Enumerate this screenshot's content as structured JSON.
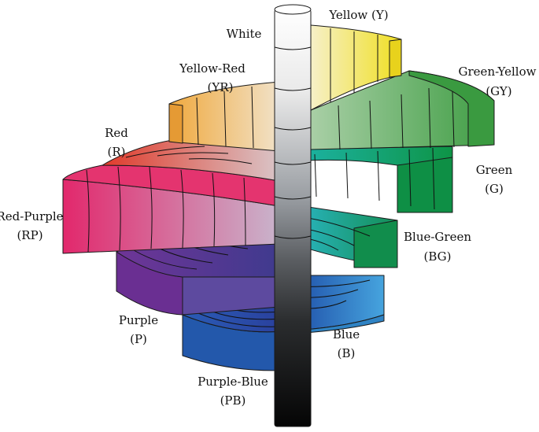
{
  "diagram": {
    "axis_top_label": "White",
    "hues": [
      {
        "id": "Y",
        "name": "Yellow (Y)",
        "code": "",
        "color": "#f2e027"
      },
      {
        "id": "GY",
        "name": "Green-Yellow",
        "code": "(GY)",
        "color": "#4fa74a"
      },
      {
        "id": "G",
        "name": "Green",
        "code": "(G)",
        "color": "#12994d"
      },
      {
        "id": "BG",
        "name": "Blue-Green",
        "code": "(BG)",
        "color": "#11a29a"
      },
      {
        "id": "B",
        "name": "Blue",
        "code": "(B)",
        "color": "#3a93d1"
      },
      {
        "id": "PB",
        "name": "Purple-Blue",
        "code": "(PB)",
        "color": "#2461b4"
      },
      {
        "id": "P",
        "name": "Purple",
        "code": "(P)",
        "color": "#6a3a98"
      },
      {
        "id": "RP",
        "name": "Red-Purple",
        "code": "(RP)",
        "color": "#e0306a"
      },
      {
        "id": "R",
        "name": "Red",
        "code": "(R)",
        "color": "#e0382a"
      },
      {
        "id": "YR",
        "name": "Yellow-Red",
        "code": "(YR)",
        "color": "#f0a23a"
      }
    ],
    "axis_colors": {
      "top": "#ffffff",
      "bottom": "#111111"
    }
  }
}
